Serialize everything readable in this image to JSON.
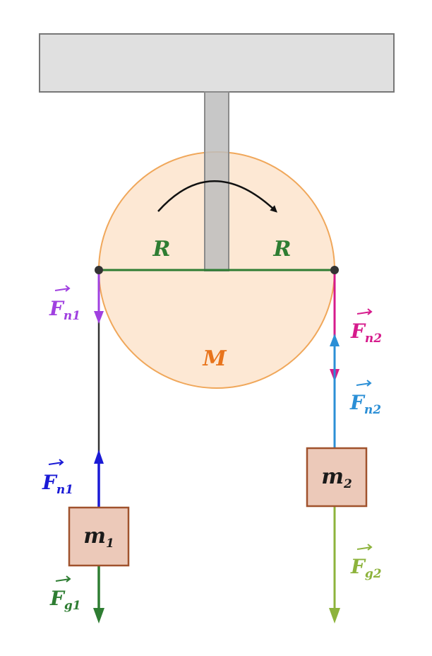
{
  "colors": {
    "ceiling_fill": "#e0e0e0",
    "ceiling_stroke": "#777777",
    "rod_fill": "#bdbdbd",
    "rod_stroke": "#8a8a8a",
    "pulley_fill": "#fde8d4",
    "pulley_stroke": "#f0a75a",
    "radius_line": "#2e7d32",
    "rope": "#333333",
    "mass_fill": "#ecc9b9",
    "mass_stroke": "#a0522d",
    "fn1_top": "#a040e0",
    "fn1_bottom": "#1a1ad6",
    "fn2_top": "#d61b8c",
    "fn2_bottom": "#2b8fd6",
    "fg1": "#2e7d32",
    "fg2": "#8db33c",
    "mass_label": "#1a1a1a",
    "M_label": "#e8741c"
  },
  "labels": {
    "R_left": "R",
    "R_right": "R",
    "M": "M",
    "m1": {
      "base": "m",
      "sub": "1"
    },
    "m2": {
      "base": "m",
      "sub": "2"
    },
    "Fn1_top": {
      "base": "F",
      "sub": "n1"
    },
    "Fn1_bottom": {
      "base": "F",
      "sub": "n1"
    },
    "Fn2_top": {
      "base": "F",
      "sub": "n2"
    },
    "Fn2_bottom": {
      "base": "F",
      "sub": "n2"
    },
    "Fg1": {
      "base": "F",
      "sub": "g1"
    },
    "Fg2": {
      "base": "F",
      "sub": "g2"
    }
  },
  "icons": {
    "rotation": "clockwise-arrow-icon",
    "vector": "vector-arrow-icon"
  }
}
